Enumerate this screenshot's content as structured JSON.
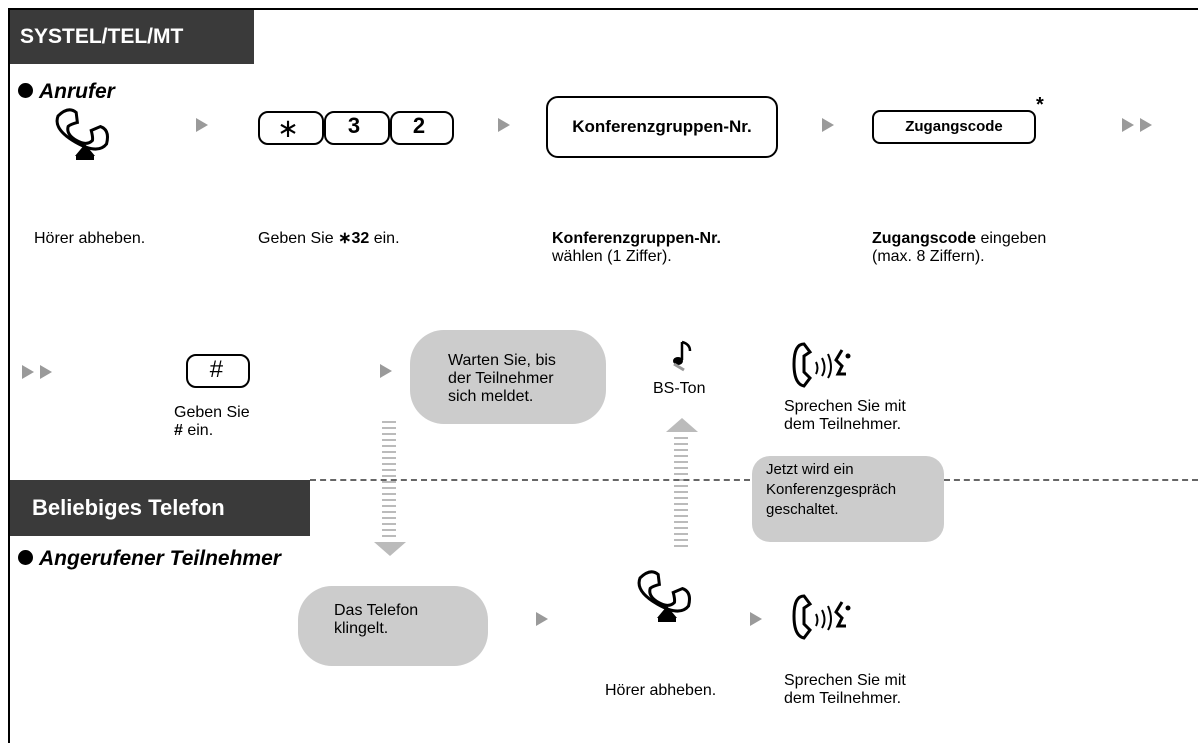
{
  "headers": {
    "top": "SYSTEL/TEL/MT",
    "bottom": "Beliebiges Telefon"
  },
  "roles": {
    "caller": "Anrufer",
    "callee": "Angerufener Teilnehmer"
  },
  "keys": {
    "star": "∗",
    "three": "3",
    "two": "2",
    "hash": "#"
  },
  "boxes": {
    "conference_group": "Konferenzgruppen-Nr.",
    "access_code": "Zugangscode",
    "asterisk": "*"
  },
  "captions": {
    "offhook": "Hörer abheben.",
    "enter_prefix": "Geben Sie ",
    "enter_star": "∗",
    "enter_code": "32",
    "enter_suffix": " ein.",
    "conf_bold": "Konferenzgruppen-Nr.",
    "conf_rest": "wählen (1 Ziffer).",
    "access_bold": "Zugangscode",
    "access_rest1": " eingeben",
    "access_rest2": "(max. 8 Ziffern).",
    "hash_line1": "Geben Sie",
    "hash_line2_sym": "#",
    "hash_line2_rest": " ein.",
    "wait_line1": "Warten Sie, bis",
    "wait_line2": "der Teilnehmer",
    "wait_line3": "sich meldet.",
    "bs_tone": "BS-Ton",
    "speak_line1": "Sprechen Sie mit",
    "speak_line2": "dem Teilnehmer.",
    "conf_note1": "Jetzt wird ein",
    "conf_note2": "Konferenzgespräch",
    "conf_note3": "geschaltet.",
    "ring_line1": "Das Telefon",
    "ring_line2": "klingelt.",
    "offhook2": "Hörer abheben.",
    "speak2_line1": "Sprechen Sie mit",
    "speak2_line2": "dem Teilnehmer."
  }
}
